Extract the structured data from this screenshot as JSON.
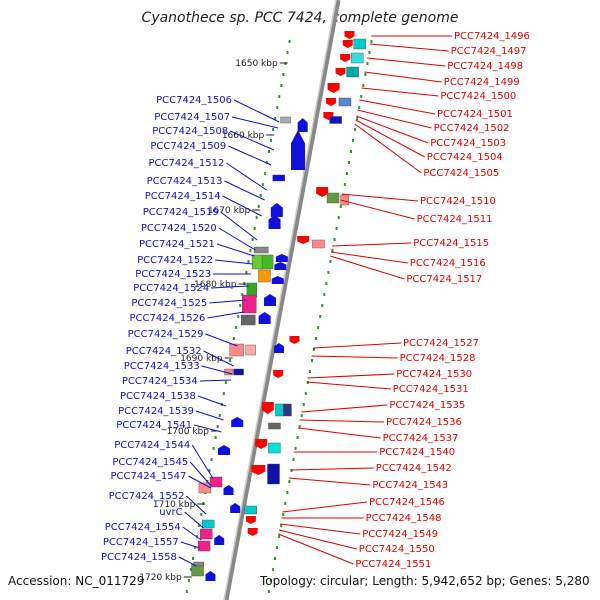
{
  "title": "Cyanothece sp. PCC 7424, complete genome",
  "footer": {
    "accession": "Accession: NC_011729",
    "summary": "Topology: circular; Length: 5,942,652 bp; Genes: 5,280"
  },
  "kbp_ticks": [
    "1650 kbp",
    "1660 kbp",
    "1670 kbp",
    "1680 kbp",
    "1690 kbp",
    "1700 kbp",
    "1710 kbp",
    "1720 kbp"
  ],
  "left_labels": [
    "PCC7424_1506",
    "PCC7424_1507",
    "PCC7424_1508",
    "PCC7424_1509",
    "PCC7424_1512",
    "PCC7424_1513",
    "PCC7424_1514",
    "PCC7424_1519",
    "PCC7424_1520",
    "PCC7424_1521",
    "PCC7424_1522",
    "PCC7424_1523",
    "PCC7424_1524",
    "PCC7424_1525",
    "PCC7424_1526",
    "PCC7424_1529",
    "PCC7424_1532",
    "PCC7424_1533",
    "PCC7424_1534",
    "PCC7424_1538",
    "PCC7424_1539",
    "PCC7424_1541",
    "PCC7424_1544",
    "PCC7424_1545",
    "PCC7424_1547",
    "PCC7424_1552",
    "uvrC",
    "PCC7424_1554",
    "PCC7424_1557",
    "PCC7424_1558"
  ],
  "right_labels": [
    "PCC7424_1496",
    "PCC7424_1497",
    "PCC7424_1498",
    "PCC7424_1499",
    "PCC7424_1500",
    "PCC7424_1501",
    "PCC7424_1502",
    "PCC7424_1503",
    "PCC7424_1504",
    "PCC7424_1505",
    "PCC7424_1510",
    "PCC7424_1511",
    "PCC7424_1515",
    "PCC7424_1516",
    "PCC7424_1517",
    "PCC7424_1527",
    "PCC7424_1528",
    "PCC7424_1530",
    "PCC7424_1531",
    "PCC7424_1535",
    "PCC7424_1536",
    "PCC7424_1537",
    "PCC7424_1540",
    "PCC7424_1542",
    "PCC7424_1543",
    "PCC7424_1546",
    "PCC7424_1548",
    "PCC7424_1549",
    "PCC7424_1550",
    "PCC7424_1551"
  ],
  "colors": {
    "left_label": "#1010c8",
    "right_label": "#e00000",
    "backbone": "#888888",
    "tick": "#2a9a2a"
  }
}
